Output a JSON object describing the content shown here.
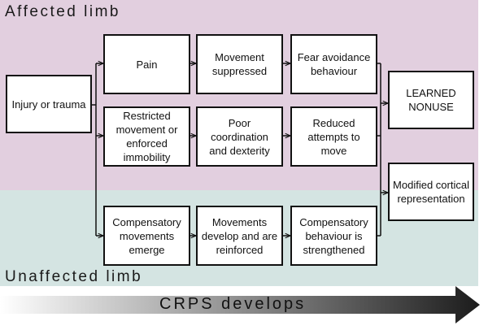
{
  "zones": {
    "affected_label": "Affected limb",
    "unaffected_label": "Unaffected limb"
  },
  "boxes": {
    "injury": "Injury or trauma",
    "pain": "Pain",
    "movement_suppressed": "Movement suppressed",
    "fear_avoidance": "Fear avoidance behaviour",
    "restricted": "Restricted movement or enforced immobility",
    "poor_coordination": "Poor coordination and dexterity",
    "reduced_attempts": "Reduced attempts to move",
    "comp_movements": "Compensatory movements emerge",
    "movements_develop": "Movements develop and are reinforced",
    "comp_behaviour": "Compensatory behaviour is strengthened",
    "learned_nonuse": "LEARNED NONUSE",
    "modified_cortical": "Modified cortical representation"
  },
  "timeline": {
    "label": "CRPS develops"
  },
  "colors": {
    "affected_zone": "#e2cfdf",
    "unaffected_zone": "#d4e4e2",
    "box_border": "#111111"
  }
}
